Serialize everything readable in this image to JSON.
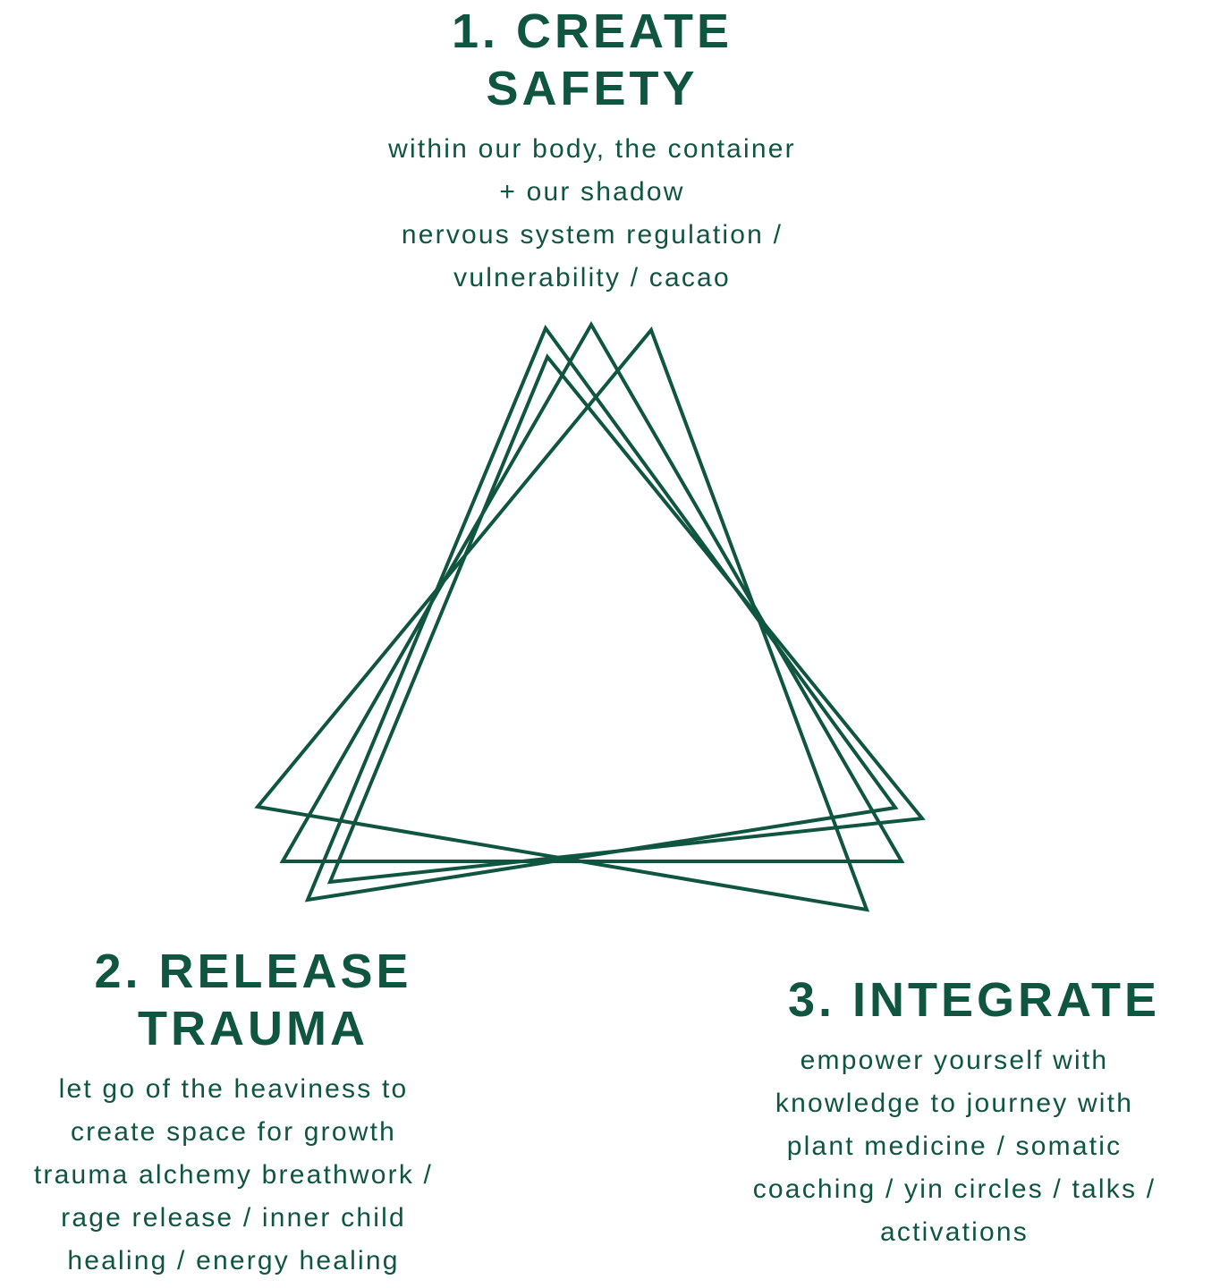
{
  "colors": {
    "brand_green": "#0f5540",
    "background": "#ffffff"
  },
  "sections": [
    {
      "heading_lines": [
        "1. CREATE",
        "SAFETY"
      ],
      "body_lines": [
        "within our body, the container",
        "+ our shadow",
        "nervous system regulation /",
        "vulnerability / cacao"
      ]
    },
    {
      "heading_lines": [
        "2. RELEASE",
        "TRAUMA"
      ],
      "body_lines": [
        "let go of the heaviness to",
        "create space for growth",
        "trauma alchemy breathwork /",
        "rage release / inner child",
        "healing / energy healing"
      ]
    },
    {
      "heading_lines": [
        "3. INTEGRATE"
      ],
      "body_lines": [
        "empower yourself with",
        "knowledge to journey with",
        "plant medicine / somatic",
        "coaching / yin circles / talks /",
        "activations"
      ]
    }
  ]
}
